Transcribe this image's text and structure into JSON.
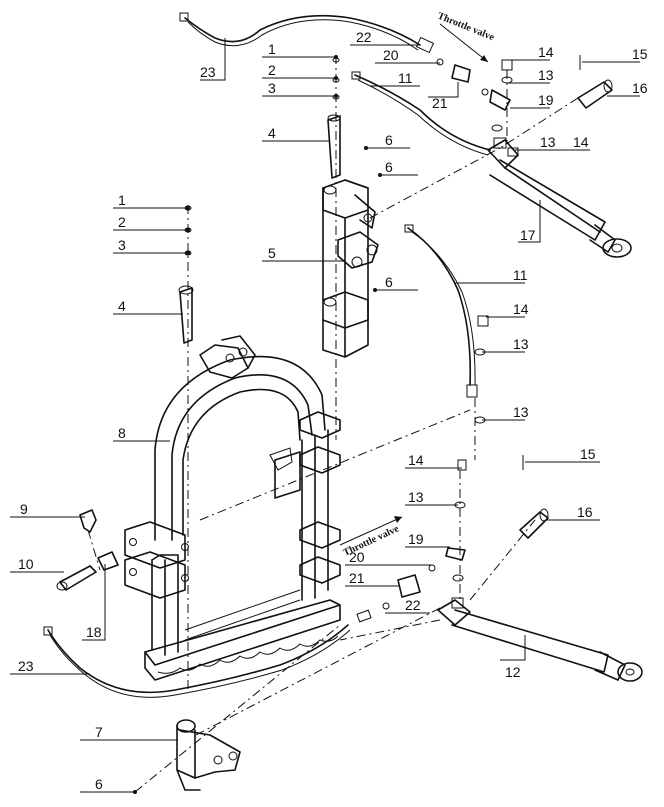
{
  "callouts": [
    {
      "text": "1"
    },
    {
      "text": "2"
    },
    {
      "text": "3"
    },
    {
      "text": "4"
    },
    {
      "text": "5"
    },
    {
      "text": "6"
    },
    {
      "text": "6"
    },
    {
      "text": "6"
    },
    {
      "text": "1"
    },
    {
      "text": "2"
    },
    {
      "text": "3"
    },
    {
      "text": "4"
    },
    {
      "text": "8"
    },
    {
      "text": "9"
    },
    {
      "text": "10"
    },
    {
      "text": "18"
    },
    {
      "text": "23"
    },
    {
      "text": "7"
    },
    {
      "text": "6"
    },
    {
      "text": "22"
    },
    {
      "text": "20"
    },
    {
      "text": "21"
    },
    {
      "text": "11"
    },
    {
      "text": "14"
    },
    {
      "text": "13"
    },
    {
      "text": "19"
    },
    {
      "text": "15"
    },
    {
      "text": "16"
    },
    {
      "text": "13"
    },
    {
      "text": "14"
    },
    {
      "text": "17"
    },
    {
      "text": "11"
    },
    {
      "text": "14"
    },
    {
      "text": "13"
    },
    {
      "text": "13"
    },
    {
      "text": "14"
    },
    {
      "text": "13"
    },
    {
      "text": "19"
    },
    {
      "text": "20"
    },
    {
      "text": "21"
    },
    {
      "text": "22"
    },
    {
      "text": "15"
    },
    {
      "text": "16"
    },
    {
      "text": "12"
    },
    {
      "text": "23"
    }
  ],
  "notes": {
    "throttle_top": "Throttle valve",
    "throttle_bottom": "Throttle valve"
  }
}
